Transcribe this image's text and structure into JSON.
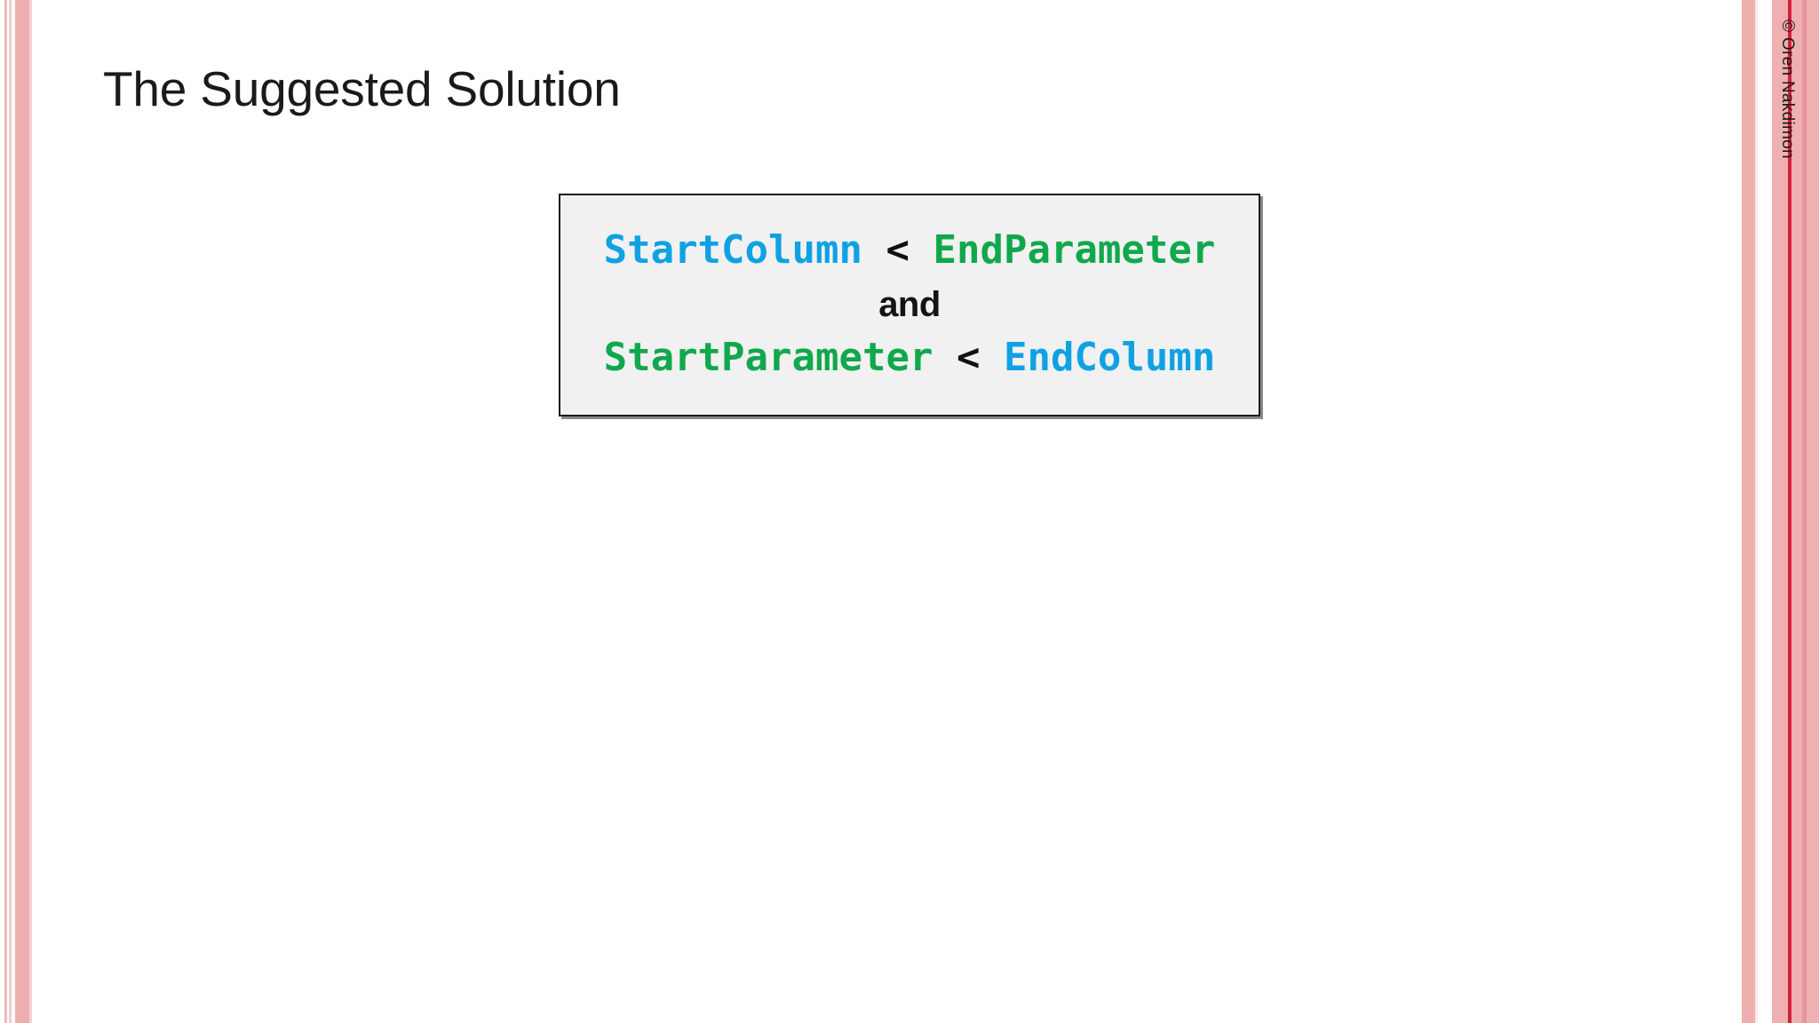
{
  "slide": {
    "title": "The Suggested Solution",
    "background_color": "#ffffff"
  },
  "copyright": {
    "text": "© Oren Nakdimon"
  },
  "condition_box": {
    "background_color": "#f1f1f1",
    "border_color": "#1c1c1c",
    "lines": [
      {
        "type": "expression",
        "left_operand": "StartColumn",
        "left_color": "#0fa2e3",
        "operator": "<",
        "operator_color": "#111111",
        "right_operand": "EndParameter",
        "right_color": "#10a84c"
      },
      {
        "type": "conjunction",
        "text": "and",
        "color": "#141414"
      },
      {
        "type": "expression",
        "left_operand": "StartParameter",
        "left_color": "#10a84c",
        "operator": "<",
        "operator_color": "#111111",
        "right_operand": "EndColumn",
        "right_color": "#0fa2e3"
      }
    ]
  },
  "decor": {
    "left_bars": [
      {
        "color": "#efb9b9"
      },
      {
        "color": "#f3cccc"
      },
      {
        "color": "#ffffff"
      },
      {
        "color": "#eeaeae"
      },
      {
        "color": "#f5d4d4"
      }
    ],
    "right_bars": [
      {
        "color": "#eeaeae"
      },
      {
        "color": "#faeaea"
      },
      {
        "color": "#ffffff"
      },
      {
        "color": "#eeb0b0"
      },
      {
        "color": "#d61f3d"
      },
      {
        "color": "#e8939d"
      },
      {
        "color": "#eeb0b0"
      }
    ]
  }
}
